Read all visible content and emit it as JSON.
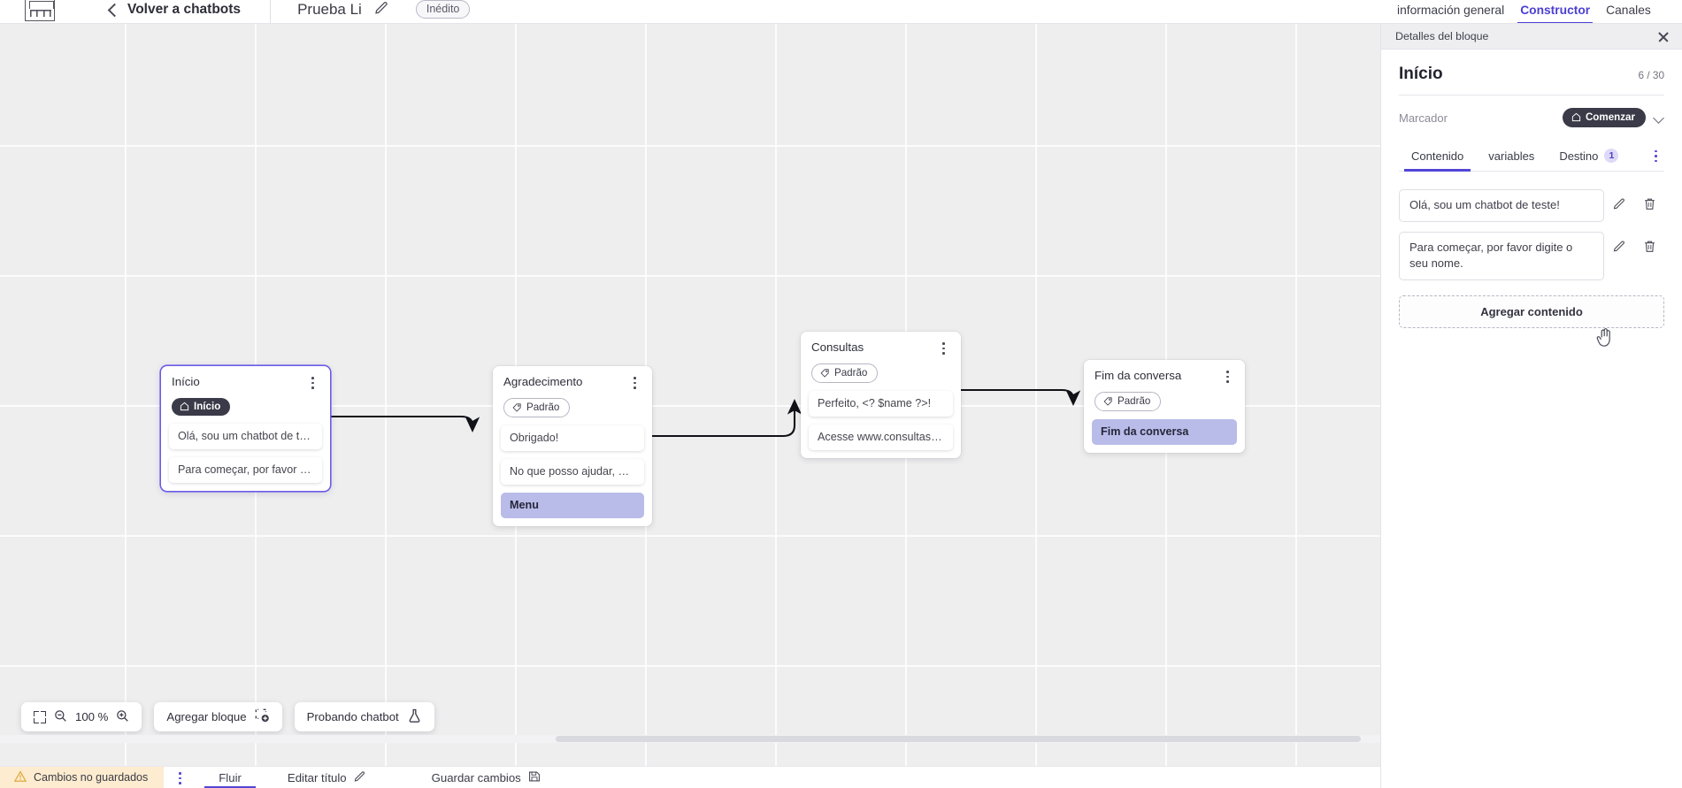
{
  "header": {
    "logo_name": "via-logo",
    "back_label": "Volver a chatbots",
    "bot_title": "Prueba Li",
    "edit_title_icon": "pencil-icon",
    "status_badge": "Inédito"
  },
  "right_tabs": [
    {
      "label": "información general",
      "active": false
    },
    {
      "label": "Constructor",
      "active": true
    },
    {
      "label": "Canales",
      "active": false
    }
  ],
  "canvas": {
    "nodes": [
      {
        "title": "Início",
        "chip": {
          "label": "Início",
          "style": "dark",
          "icon": "home-icon"
        },
        "messages": [
          {
            "text": "Olá, sou um chatbot de teste!",
            "style": "plain"
          },
          {
            "text": "Para começar, por favor digite o ...",
            "style": "plain"
          }
        ],
        "selected": true
      },
      {
        "title": "Agradecimento",
        "chip": {
          "label": "Padrão",
          "style": "outline",
          "icon": "tag-icon"
        },
        "messages": [
          {
            "text": "Obrigado!",
            "style": "plain"
          },
          {
            "text": "No que posso ajudar, <? $name ...",
            "style": "plain"
          },
          {
            "text": "Menu",
            "style": "purple"
          }
        ],
        "selected": false
      },
      {
        "title": "Consultas",
        "chip": {
          "label": "Padrão",
          "style": "outline",
          "icon": "tag-icon"
        },
        "messages": [
          {
            "text": "Perfeito, <? $name ?>!",
            "style": "plain"
          },
          {
            "text": "Acesse www.consultas.com par...",
            "style": "plain"
          }
        ],
        "selected": false
      },
      {
        "title": "Fim da conversa",
        "chip": {
          "label": "Padrão",
          "style": "outline",
          "icon": "tag-icon"
        },
        "messages": [
          {
            "text": "Fim da conversa",
            "style": "purple"
          }
        ],
        "selected": false
      }
    ],
    "toolbar": {
      "fit_icon": "fit-screen-icon",
      "zoom_out_icon": "zoom-out-icon",
      "zoom_level": "100 %",
      "zoom_in_icon": "zoom-in-icon",
      "add_block_label": "Agregar bloque",
      "add_block_icon": "add-block-icon",
      "test_chatbot_label": "Probando chatbot",
      "test_chatbot_icon": "flask-icon"
    }
  },
  "statusbar": {
    "unsaved_label": "Cambios no guardados",
    "warning_icon": "warning-icon",
    "kebab_icon": "kebab-icon",
    "flow_label": "Fluir",
    "edit_title_label": "Editar título",
    "edit_title_icon": "pencil-icon",
    "save_label": "Guardar cambios",
    "save_icon": "save-disk-icon"
  },
  "panel": {
    "header_title": "Detalles del bloque",
    "close_icon": "close-icon",
    "block_title": "Início",
    "counter": "6 / 30",
    "marker_label": "Marcador",
    "marker_value": "Comenzar",
    "marker_icon": "home-icon",
    "marker_chevron": "chevron-down-icon",
    "tabs": [
      {
        "label": "Contenido",
        "badge": "",
        "active": true
      },
      {
        "label": "variables",
        "badge": "",
        "active": false
      },
      {
        "label": "Destino",
        "badge": "1",
        "active": false
      }
    ],
    "tabs_kebab": "kebab-icon",
    "contents": [
      {
        "text": "Olá, sou um chatbot de teste!",
        "edit_icon": "pencil-icon",
        "delete_icon": "trash-icon"
      },
      {
        "text": "Para começar, por favor digite o seu nome.",
        "edit_icon": "pencil-icon",
        "delete_icon": "trash-icon"
      }
    ],
    "add_content_label": "Agregar contenido"
  },
  "colors": {
    "accent": "#5246d6",
    "node_selected": "#6b5ce7",
    "purple_msg": "#b9bce8",
    "chip_dark": "#3a3a48",
    "unsaved_bg": "#fdeccf",
    "canvas_bg": "#eeeeef"
  }
}
